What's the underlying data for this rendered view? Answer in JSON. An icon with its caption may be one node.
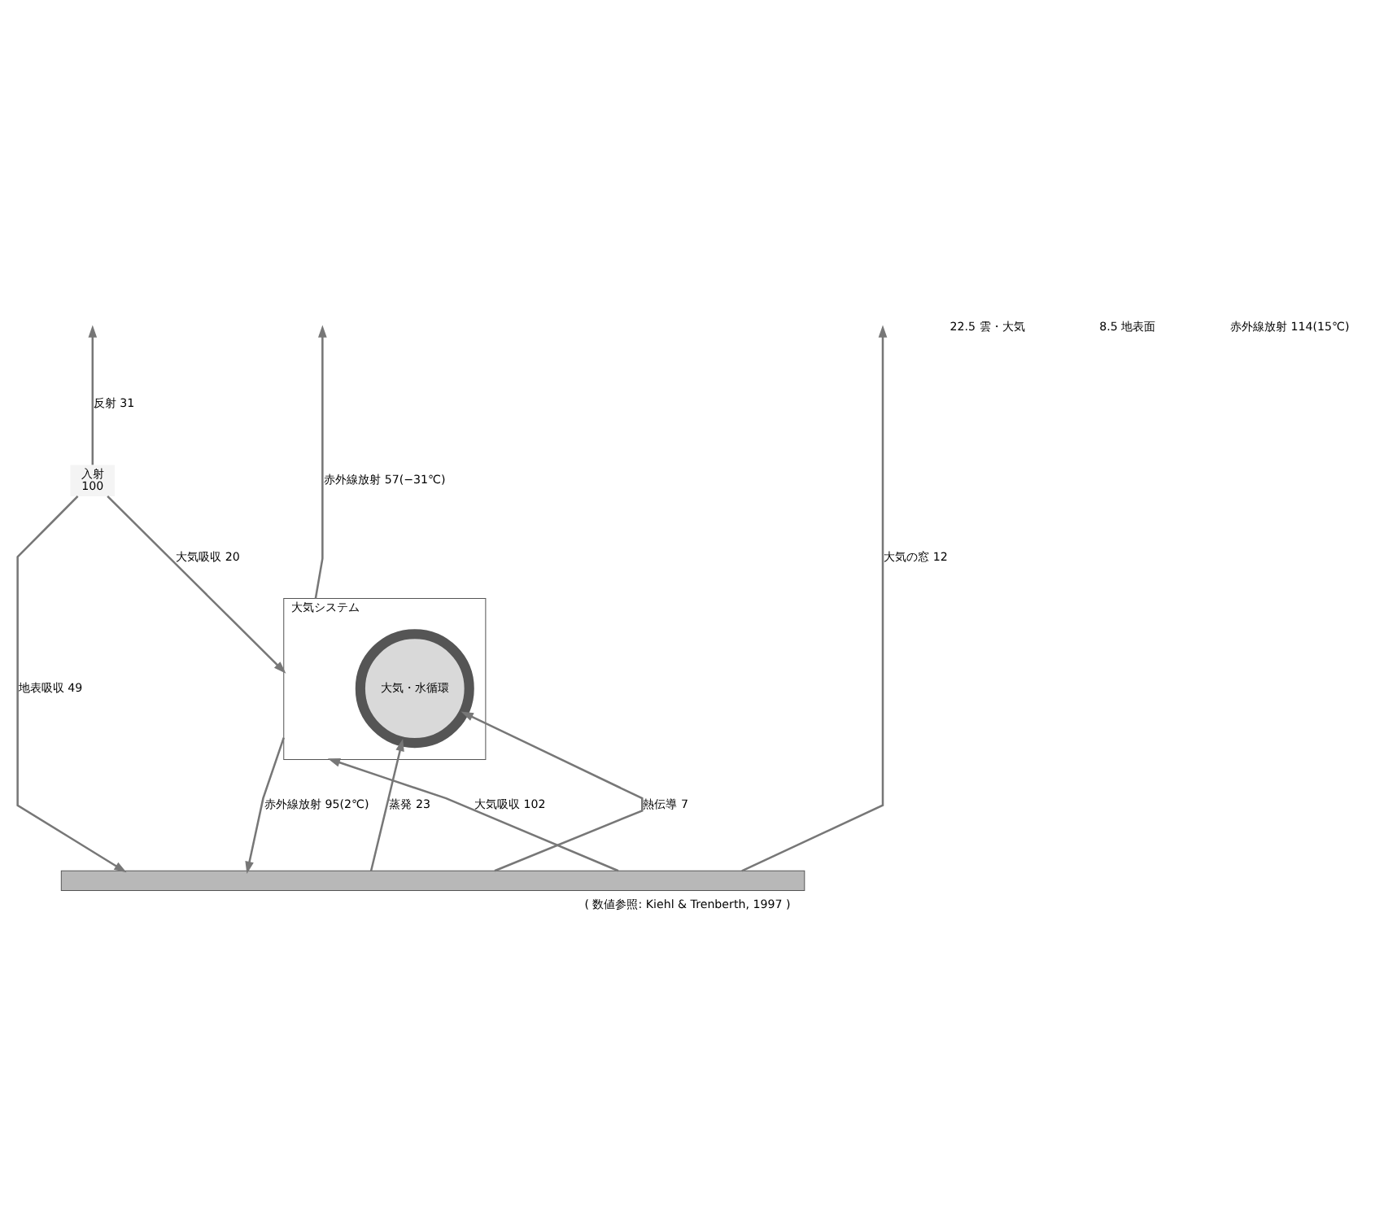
{
  "diagram": {
    "caption": "( 数値参照: Kiehl & Trenberth, 1997 )",
    "nodes": [
      {
        "text": [
          "入射",
          "100"
        ]
      },
      {
        "text": [
          "大気システム"
        ]
      },
      {
        "text": [
          "大気・水循環"
        ],
        "in": 1
      },
      {
        "text": [],
        "shape": "bar"
      }
    ],
    "edges": [
      {
        "from": 0,
        "to": 3,
        "arrow": "to",
        "label": "地表吸収 49"
      },
      {
        "from": 0,
        "to": 1,
        "arrow": "to",
        "label": "大気吸収 20"
      },
      {
        "from": 0,
        "to": null,
        "arrow": "to",
        "label": "反射 31"
      },
      {
        "from": 1,
        "to": null,
        "arrow": "to",
        "label": "赤外線放射 57(−31℃)"
      },
      {
        "from": 3,
        "to": null,
        "arrow": "to",
        "label": "大気の窓 12"
      },
      {
        "from": 3,
        "to": 1,
        "arrow": "to",
        "label": "大気吸収 102"
      },
      {
        "from": 1,
        "to": 3,
        "arrow": "to",
        "label": "赤外線放射 95(2℃)"
      },
      {
        "from": 3,
        "to": 2,
        "arrow": "to",
        "label": "蒸発 23"
      },
      {
        "from": 3,
        "to": 2,
        "arrow": "to",
        "label": "熱伝導 7"
      }
    ],
    "labels": [
      "22.5 雲・大気",
      "8.5 地表面",
      "赤外線放射 114(15℃)"
    ]
  }
}
